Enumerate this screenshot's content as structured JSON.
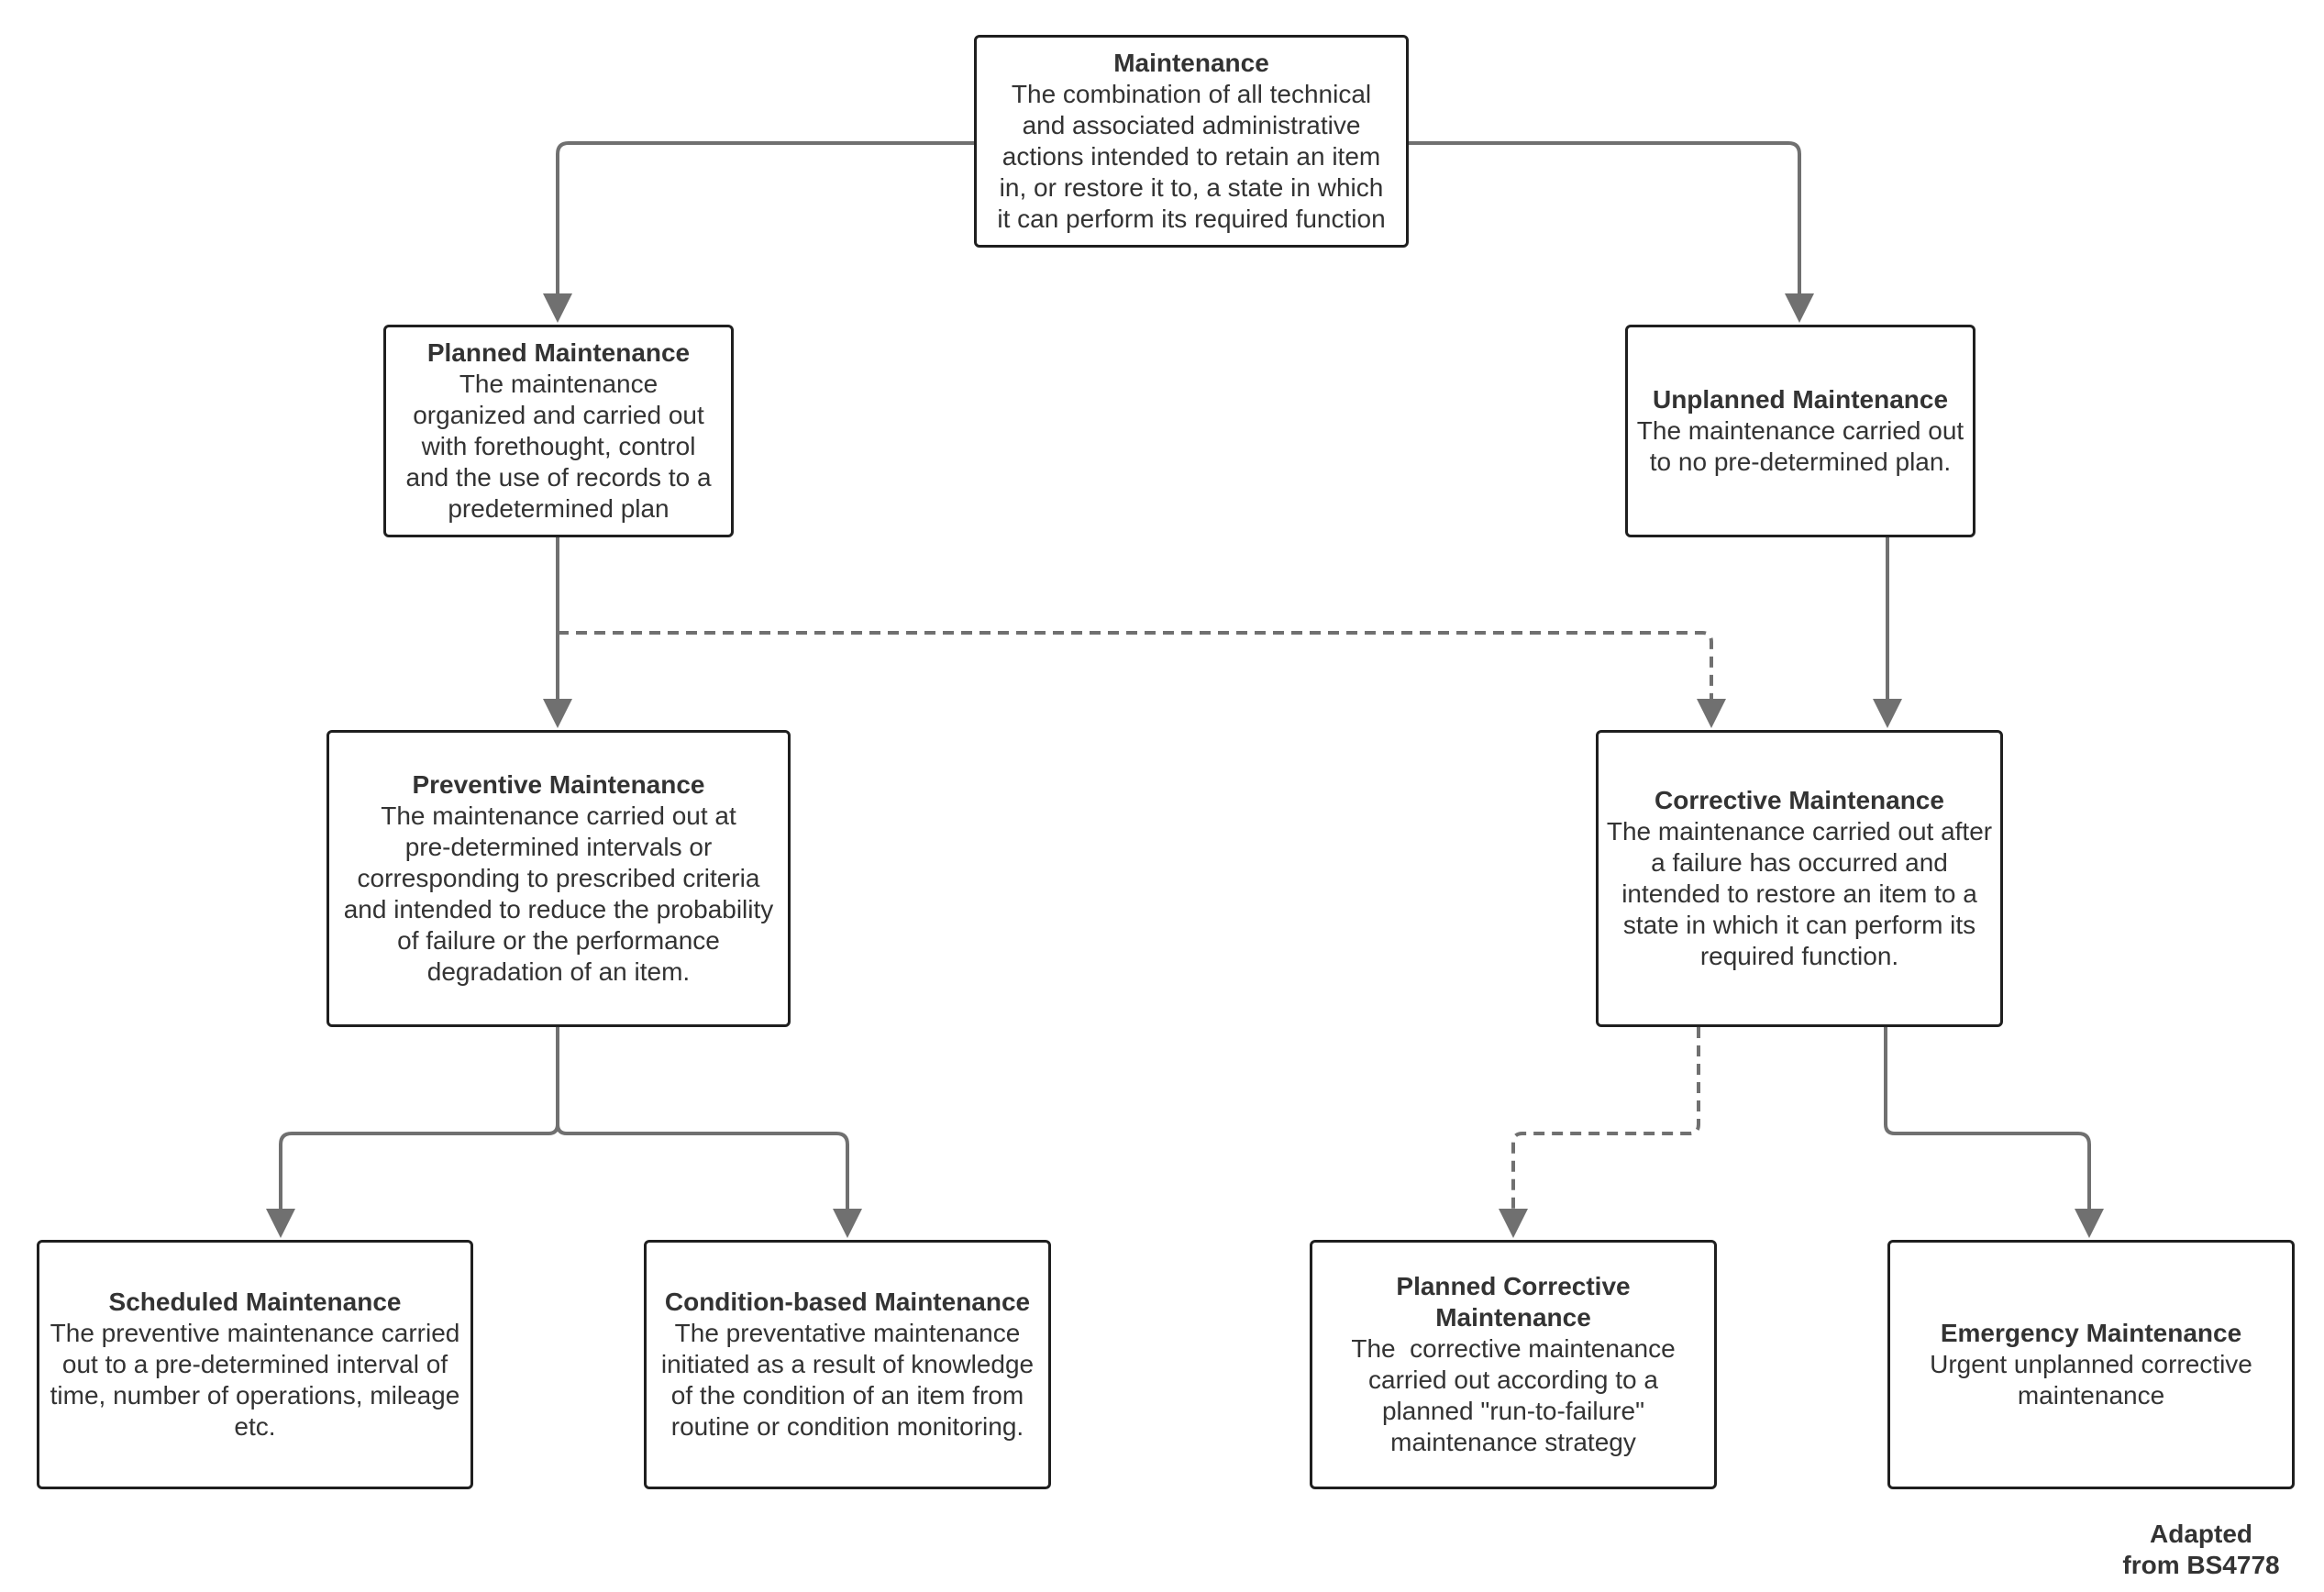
{
  "nodes": {
    "maintenance": {
      "title": "Maintenance",
      "description": [
        "The combination of all technical",
        "and associated administrative",
        "actions intended to retain an item",
        "in, or restore it to, a state in which",
        "it can perform its required function"
      ]
    },
    "planned": {
      "title": "Planned Maintenance",
      "description": [
        "The maintenance",
        "organized and carried out",
        "with forethought, control",
        "and the use of records to a",
        "predetermined plan"
      ]
    },
    "unplanned": {
      "title": "Unplanned Maintenance",
      "description": [
        "The maintenance carried out",
        "to no pre-determined plan."
      ]
    },
    "preventive": {
      "title": "Preventive Maintenance",
      "description": [
        "The maintenance carried out at",
        "pre-determined intervals or",
        "corresponding to prescribed criteria",
        "and intended to reduce the probability",
        "of failure or the performance",
        "degradation of an item."
      ]
    },
    "corrective": {
      "title": "Corrective Maintenance",
      "description": [
        "The maintenance carried out after",
        "a failure has occurred and",
        "intended to restore an item to a",
        "state in which it can perform its",
        "required function."
      ]
    },
    "scheduled": {
      "title": "Scheduled Maintenance",
      "description": [
        "The preventive maintenance carried",
        "out to a pre-determined interval of",
        "time, number of operations, mileage",
        "etc."
      ]
    },
    "condition_based": {
      "title": "Condition-based Maintenance",
      "description": [
        "The preventative maintenance",
        "initiated as a result of knowledge",
        "of the condition of an item from",
        "routine or condition monitoring."
      ]
    },
    "planned_corrective": {
      "title": [
        "Planned Corrective",
        "Maintenance"
      ],
      "description": [
        "The  corrective maintenance",
        "carried out according to a",
        "planned \"run-to-failure\"",
        "maintenance strategy"
      ]
    },
    "emergency": {
      "title": "Emergency Maintenance",
      "description": [
        "Urgent unplanned corrective",
        "maintenance"
      ]
    }
  },
  "footnote": [
    "Adapted",
    "from BS4778"
  ],
  "colors": {
    "connector": "#707070",
    "box_border": "#1f1f1f",
    "text": "#333333"
  }
}
